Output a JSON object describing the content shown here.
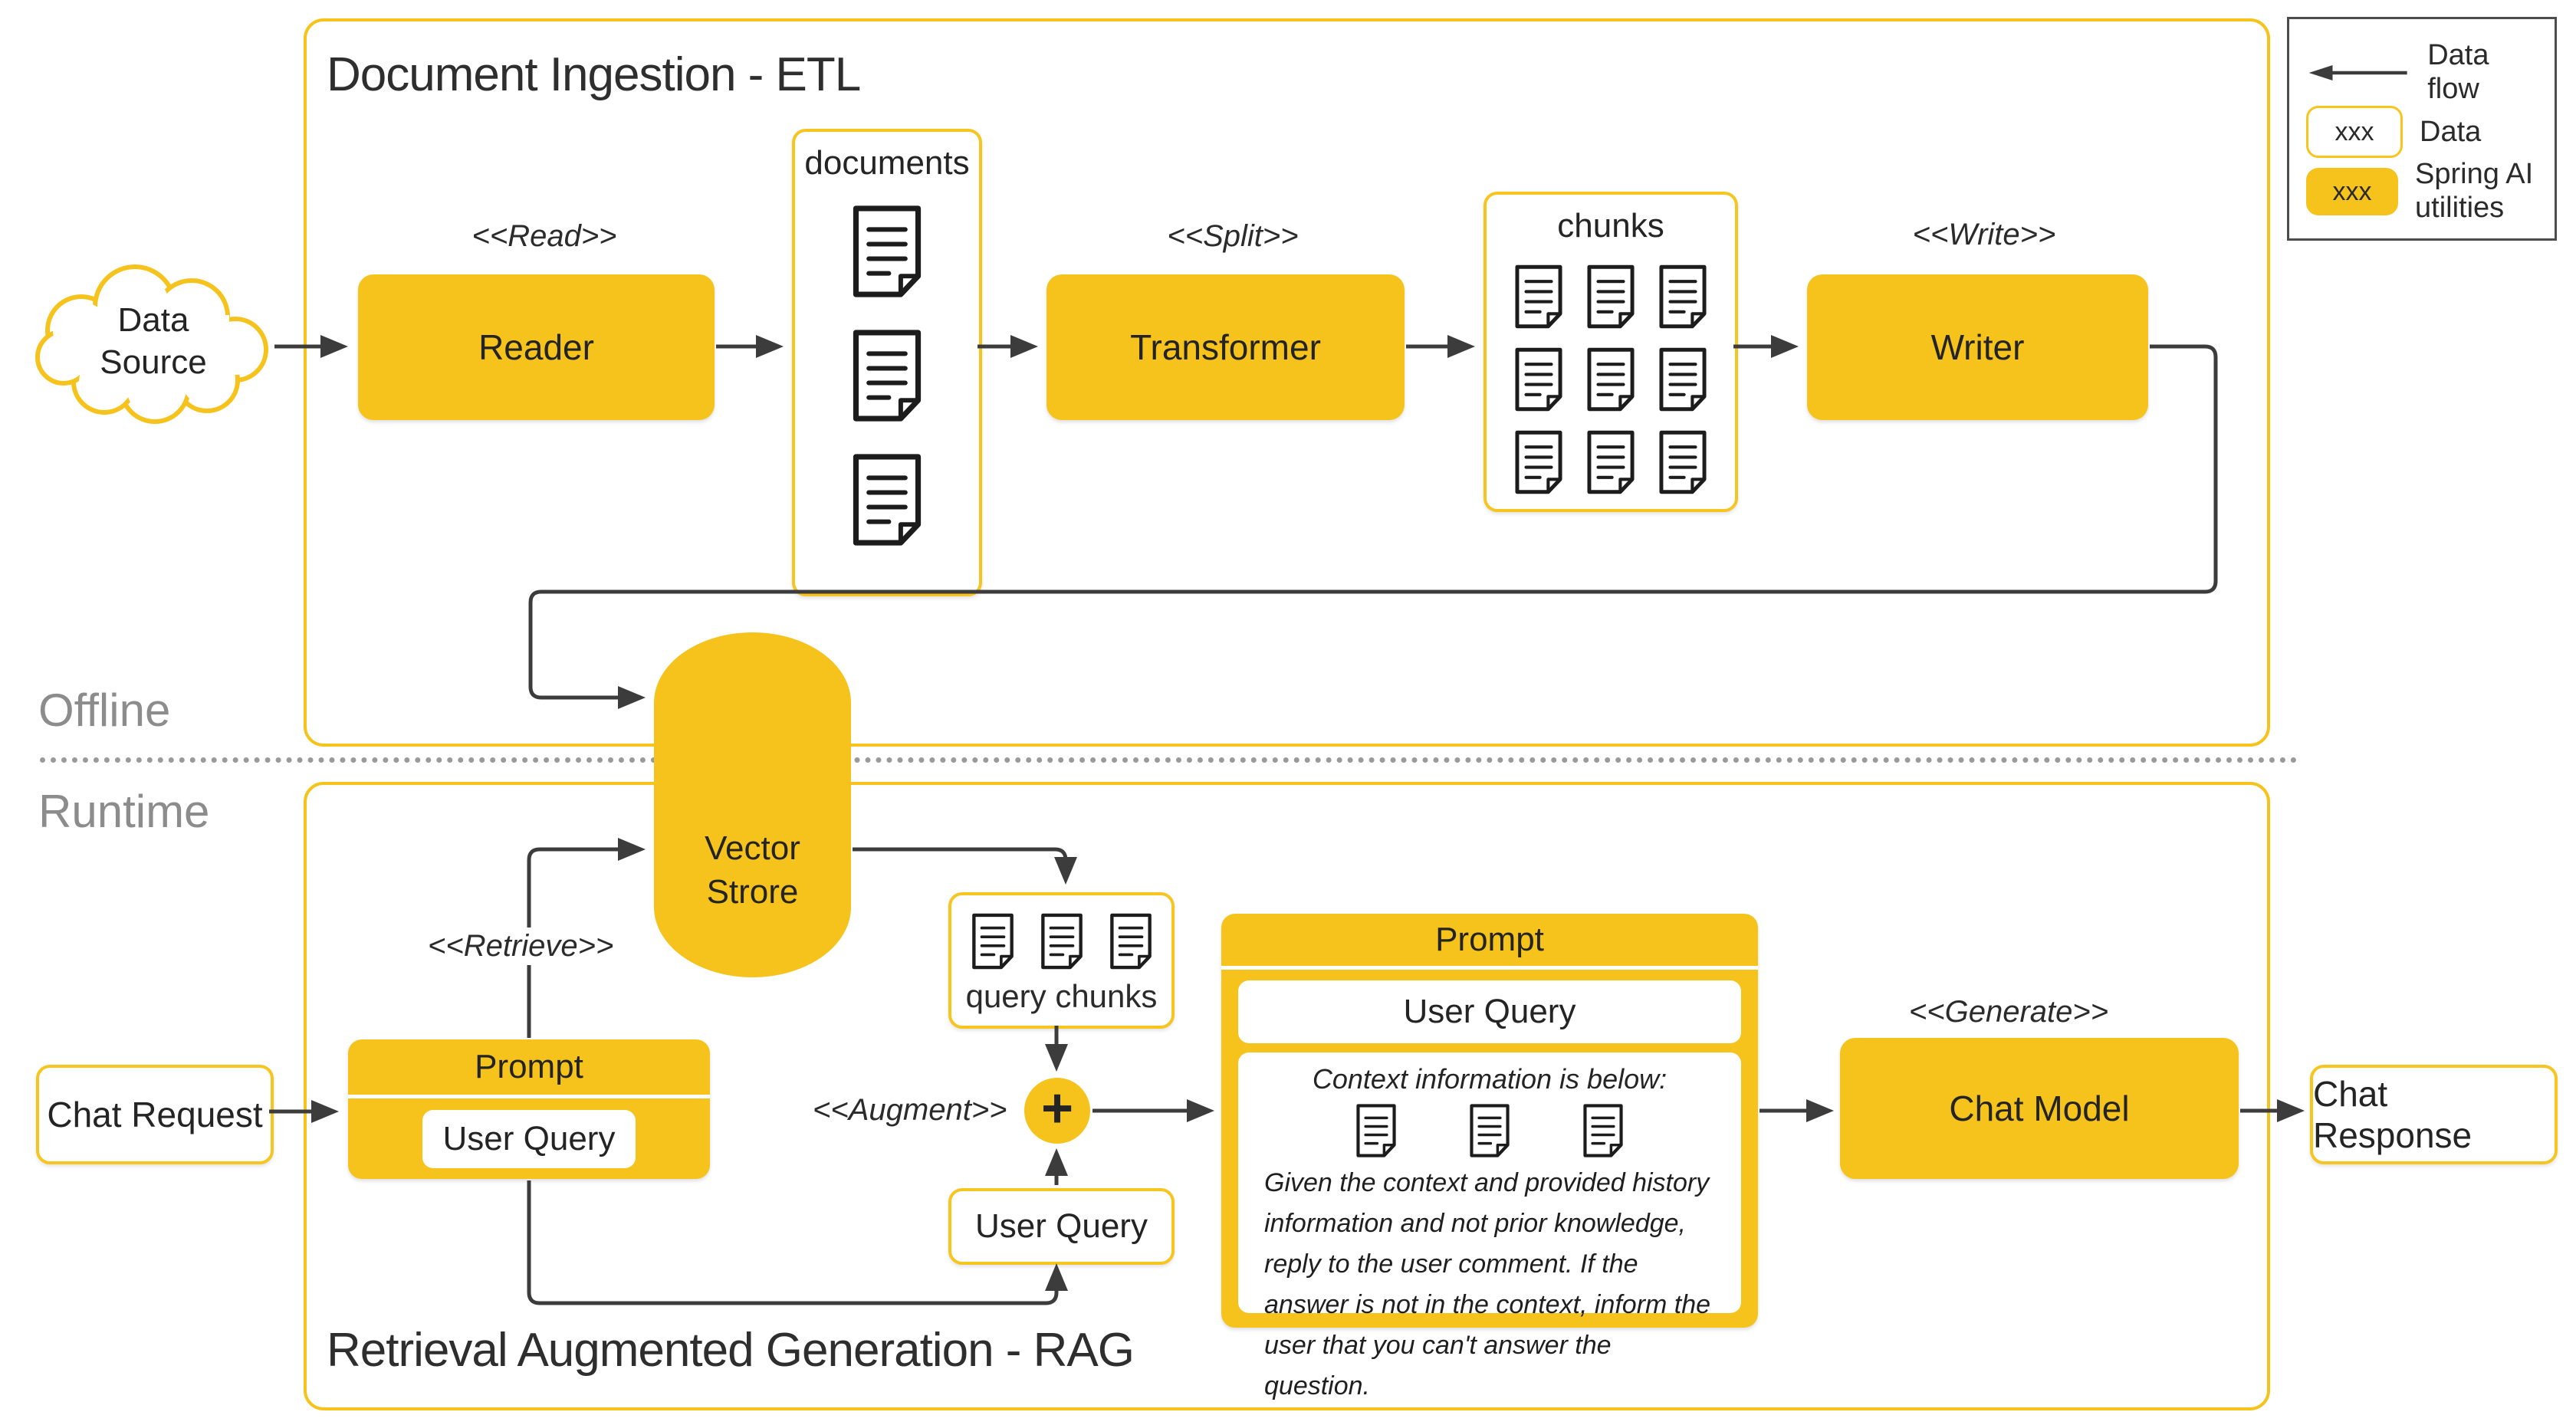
{
  "colors": {
    "accent": "#F5C31C",
    "line": "#3C3C3C",
    "text": "#2B2B2B",
    "muted": "#8C8C8C"
  },
  "sections": {
    "offline_label": "Offline",
    "runtime_label": "Runtime"
  },
  "legend": {
    "data_flow_label": "Data flow",
    "data_swatch": "xxx",
    "data_label": "Data",
    "spring_swatch": "xxx",
    "spring_label": "Spring AI utilities"
  },
  "etl": {
    "title": "Document Ingestion - ETL",
    "data_source_label": "Data Source",
    "read_stereotype": "<<Read>>",
    "reader_label": "Reader",
    "documents_label": "documents",
    "split_stereotype": "<<Split>>",
    "transformer_label": "Transformer",
    "chunks_label": "chunks",
    "write_stereotype": "<<Write>>",
    "writer_label": "Writer"
  },
  "vector_store_label": "Vector Strore",
  "rag": {
    "title": "Retrieval Augmented Generation - RAG",
    "chat_request_label": "Chat Request",
    "retrieve_stereotype": "<<Retrieve>>",
    "prompt_title": "Prompt",
    "prompt_user_query": "User Query",
    "query_chunks_label": "query chunks",
    "augment_stereotype": "<<Augment>>",
    "plus_label": "+",
    "user_query_label": "User Query",
    "final_prompt": {
      "title": "Prompt",
      "user_query": "User Query",
      "context_heading": "Context information is below:",
      "instruction": "Given the context and provided history information and not prior knowledge, reply to the user comment. If the answer is not in the context, inform the user that you can't answer the question."
    },
    "generate_stereotype": "<<Generate>>",
    "chat_model_label": "Chat Model",
    "chat_response_label": "Chat Response"
  }
}
